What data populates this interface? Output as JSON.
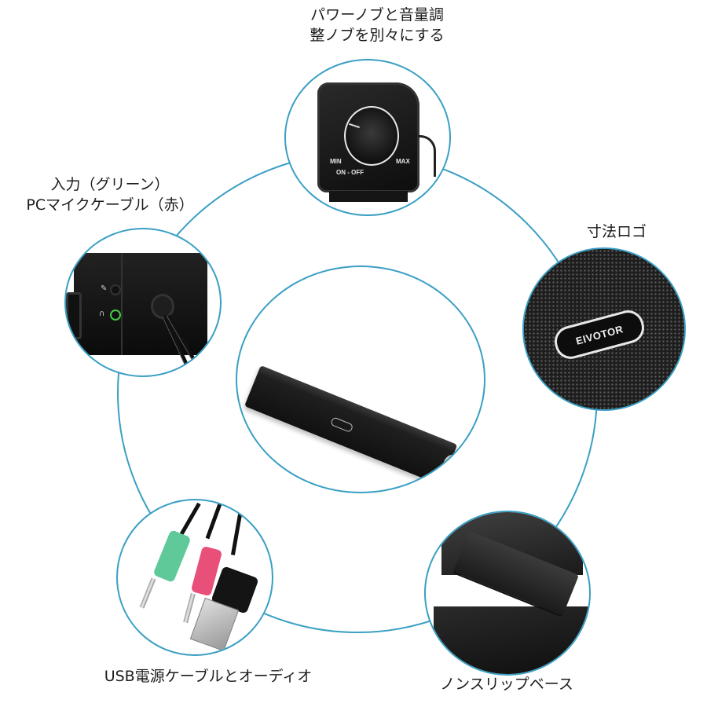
{
  "labels": {
    "power_volume_knob": [
      "パワーノブと音量調",
      "整ノブを別々にする"
    ],
    "input_ports": [
      "入力（グリーン）",
      "PCマイクケーブル（赤）"
    ],
    "logo": "寸法ロゴ",
    "cables": "USB電源ケーブルとオーディオ",
    "non_slip_base": "ノンスリップベース"
  },
  "knob_panel": {
    "min_label": "MIN",
    "max_label": "MAX",
    "power_label": "ON - OFF"
  },
  "logo_panel": {
    "brand": "EIVOTOR"
  },
  "colors": {
    "ring_line": "#3a9fc4",
    "background": "#ffffff",
    "plug_green": "#5fc99a",
    "plug_pink": "#e8507a",
    "headphone_jack_green": "#44cc44"
  }
}
